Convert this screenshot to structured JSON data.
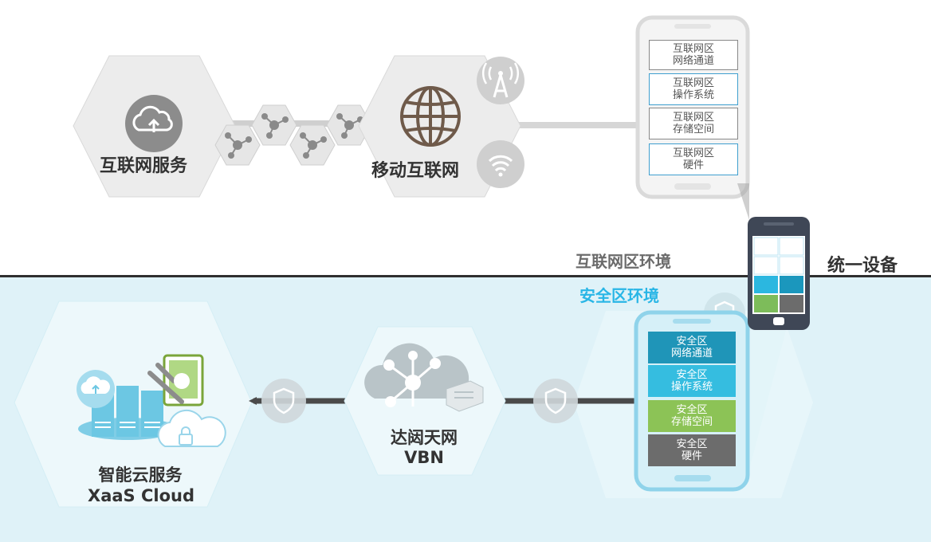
{
  "top": {
    "internet_service": "互联网服务",
    "mobile_internet": "移动互联网",
    "zone_label": "互联网区环境",
    "phone_boxes": [
      {
        "line1": "互联网区",
        "line2": "网络通道"
      },
      {
        "line1": "互联网区",
        "line2": "操作系统"
      },
      {
        "line1": "互联网区",
        "line2": "存储空间"
      },
      {
        "line1": "互联网区",
        "line2": "硬件"
      }
    ]
  },
  "unified_device": "统一设备",
  "bottom": {
    "zone_label": "安全区环境",
    "cloud_name": "智能云服务",
    "cloud_name_en": "XaaS Cloud",
    "vbn_name": "达闼天网",
    "vbn_name_en": "VBN",
    "phone_boxes": [
      {
        "line1": "安全区",
        "line2": "网络通道",
        "color": "#1f95b8"
      },
      {
        "line1": "安全区",
        "line2": "操作系统",
        "color": "#35bde0"
      },
      {
        "line1": "安全区",
        "line2": "存储空间",
        "color": "#8cc356"
      },
      {
        "line1": "安全区",
        "line2": "硬件",
        "color": "#6c6c6c"
      }
    ]
  },
  "colors": {
    "safe_zone_label": "#29b6e6",
    "internet_zone_label": "#6b6b6b",
    "divider": "#2f2f2f"
  }
}
